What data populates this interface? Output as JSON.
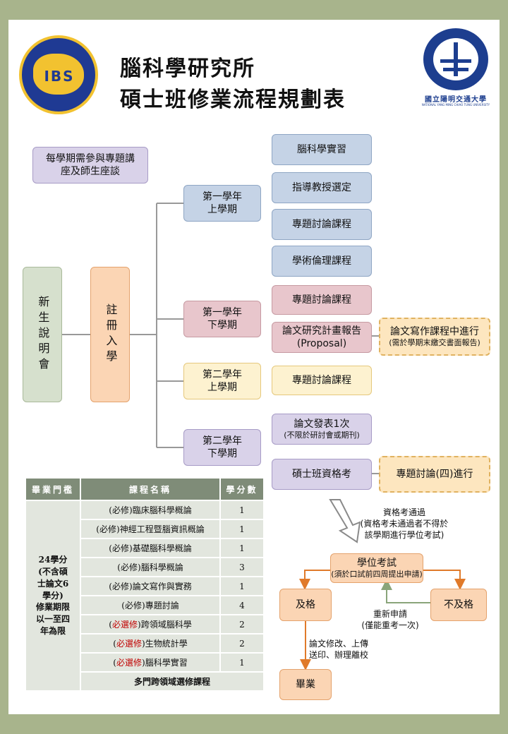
{
  "header": {
    "title_line1": "腦科學研究所",
    "title_line2": "碩士班修業流程規劃表",
    "right_logo_text": "國立陽明交通大學",
    "right_logo_subtext": "NATIONAL YANG MING CHIAO TUNG UNIVERSITY",
    "left_logo_text": "IBS"
  },
  "flow": {
    "orientation": "新生說明會",
    "registration": "註冊入學",
    "seminar_note": "每學期需參與專題講座及師生座談",
    "semesters": [
      {
        "line1": "第一學年",
        "line2": "上學期"
      },
      {
        "line1": "第一學年",
        "line2": "下學期"
      },
      {
        "line1": "第二學年",
        "line2": "上學期"
      },
      {
        "line1": "第二學年",
        "line2": "下學期"
      }
    ],
    "y1s1_items": [
      "腦科學實習",
      "指導教授選定",
      "專題討論課程",
      "學術倫理課程"
    ],
    "y1s2_items": [
      "專題討論課程"
    ],
    "proposal": {
      "line1": "論文研究計畫報告",
      "line2": "(Proposal)"
    },
    "writing_note": {
      "line1": "論文寫作課程中進行",
      "line2": "(需於學期末繳交書面報告)"
    },
    "y2s1_items": [
      "專題討論課程"
    ],
    "publish": {
      "line1": "論文發表1次",
      "line2": "(不限於研討會或期刊)"
    },
    "qual_exam": "碩士班資格考",
    "seminar4": "專題討論(四)進行"
  },
  "exam": {
    "pass_note": {
      "line1": "資格考通過",
      "line2": "(資格考未通過者不得於",
      "line3": "該學期進行學位考試)"
    },
    "degree_exam": {
      "line1": "學位考試",
      "line2": "(須於口試前四周提出申請)"
    },
    "pass": "及格",
    "fail": "不及格",
    "reapply": {
      "line1": "重新申請",
      "line2": "(僅能重考一次)"
    },
    "revise": {
      "line1": "論文修改、上傳",
      "line2": "送印、辦理離校"
    },
    "graduate": "畢業"
  },
  "table": {
    "headers": [
      "畢業門檻",
      "課程名稱",
      "學分數"
    ],
    "threshold": [
      "24學分",
      "(不含碩",
      "士論文6",
      "學分)",
      "修業期限",
      "以一至四",
      "年為限"
    ],
    "rows": [
      {
        "tag": "必修",
        "name": "臨床腦科學概論",
        "credits": "1"
      },
      {
        "tag": "必修",
        "name": "神經工程暨腦資訊概論",
        "credits": "1"
      },
      {
        "tag": "必修",
        "name": "基礎腦科學概論",
        "credits": "1"
      },
      {
        "tag": "必修",
        "name": "腦科學概論",
        "credits": "3"
      },
      {
        "tag": "必修",
        "name": "論文寫作與實務",
        "credits": "1"
      },
      {
        "tag": "必修",
        "name": "專題討論",
        "credits": "4"
      },
      {
        "tag": "必選修",
        "name": "跨領域腦科學",
        "credits": "2"
      },
      {
        "tag": "必選修",
        "name": "生物統計學",
        "credits": "2"
      },
      {
        "tag": "必選修",
        "name": "腦科學實習",
        "credits": "1"
      }
    ],
    "footer_row": "多門跨領域選修課程"
  },
  "colors": {
    "background": "#a8b48c",
    "blue": "#c5d3e6",
    "pink": "#e8c6cc",
    "purple": "#d9d2e9",
    "yellow": "#fdf2d0",
    "orange": "#fbd5b4",
    "green": "#d6e0cd",
    "logo_navy": "#1f3a93",
    "logo_gold": "#f2c230"
  }
}
